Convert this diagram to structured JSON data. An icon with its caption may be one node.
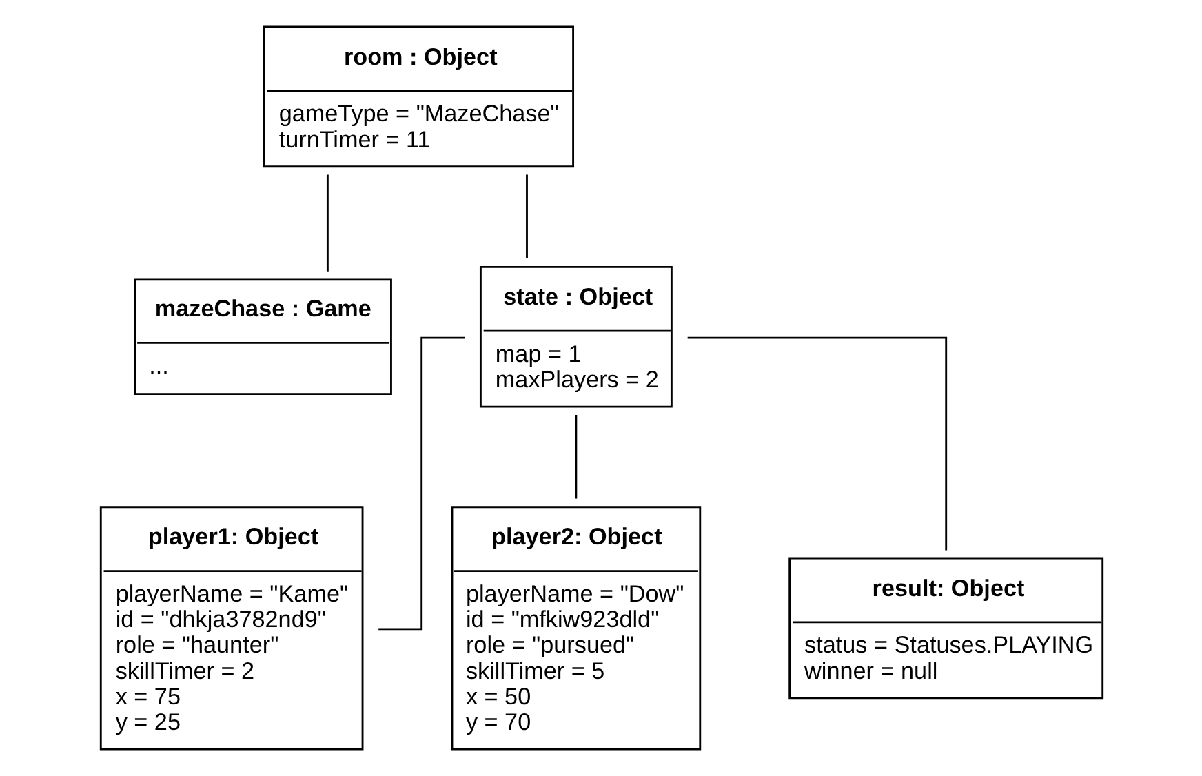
{
  "diagram": {
    "nodes": [
      {
        "text": [
          "room : Object",
          "gameType = \"MazeChase\"",
          "turnTimer = 11"
        ]
      },
      {
        "text": [
          "mazeChase : Game",
          "..."
        ]
      },
      {
        "text": [
          "state : Object",
          "map = 1",
          "maxPlayers = 2"
        ]
      },
      {
        "text": [
          "player1: Object",
          "playerName = \"Kame\"",
          "id = \"dhkja3782nd9\"",
          "role = \"haunter\"",
          "skillTimer = 2",
          "x = 75",
          "y = 25"
        ]
      },
      {
        "text": [
          "player2: Object",
          "playerName = \"Dow\"",
          "id = \"mfkiw923dld\"",
          "role = \"pursued\"",
          "skillTimer = 5",
          "x = 50",
          "y = 70"
        ]
      },
      {
        "text": [
          "result: Object",
          "status = Statuses.PLAYING",
          "winner = null"
        ]
      }
    ],
    "edges": [
      {
        "from": 0,
        "to": 1,
        "arrow": "none"
      },
      {
        "from": 0,
        "to": 2,
        "arrow": "none"
      },
      {
        "from": 2,
        "to": 3,
        "arrow": "none"
      },
      {
        "from": 2,
        "to": 4,
        "arrow": "none"
      },
      {
        "from": 2,
        "to": 5,
        "arrow": "none"
      }
    ]
  }
}
